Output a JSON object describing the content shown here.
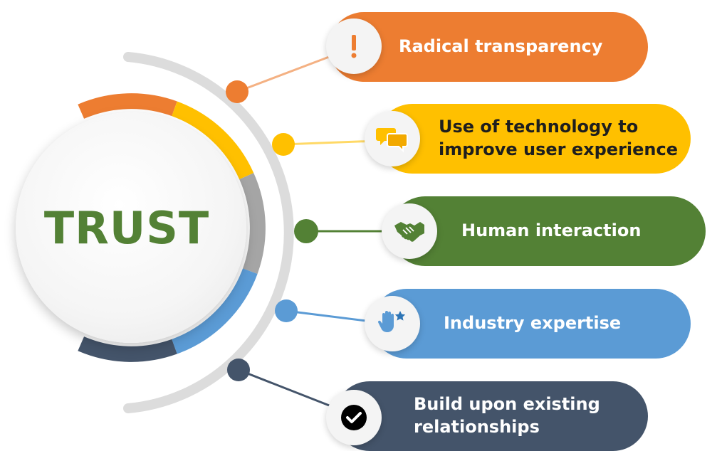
{
  "center": {
    "title": "TRUST"
  },
  "items": [
    {
      "label": "Radical transparency",
      "color": "#ED7D31",
      "icon": "exclamation-icon"
    },
    {
      "label": "Use of technology to improve user experience",
      "line1": "Use of technology to",
      "line2": "improve user experience",
      "color": "#FFC000",
      "icon": "chat-bubbles-icon"
    },
    {
      "label": "Human interaction",
      "color": "#538135",
      "icon": "handshake-icon"
    },
    {
      "label": "Industry expertise",
      "color": "#5B9BD5",
      "icon": "hand-star-icon"
    },
    {
      "label": "Build upon existing relationships",
      "line1": "Build upon existing",
      "line2": "relationships",
      "color": "#44546A",
      "icon": "checkmark-icon"
    }
  ],
  "ring_colors": {
    "orange": "#ED7D31",
    "yellow": "#FFC000",
    "gray": "#A5A5A5",
    "blue": "#5B9BD5",
    "navy": "#44546A",
    "track": "#DCDCDC"
  }
}
